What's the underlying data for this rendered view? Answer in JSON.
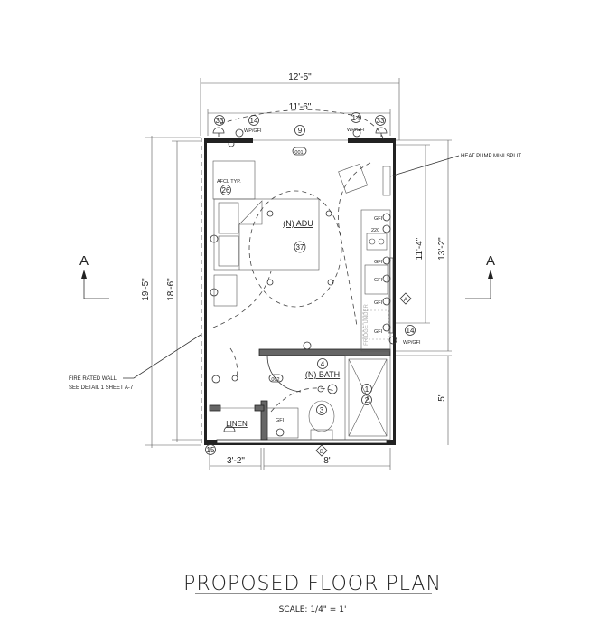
{
  "title": "PROPOSED FLOOR PLAN",
  "scale": "SCALE: 1/4\" = 1'",
  "dimensions": {
    "top_overall": "12'-5\"",
    "top_interior": "11'-6\"",
    "left_overall": "19'-5\"",
    "left_interior": "18'-6\"",
    "right_upper": "11'-4\"",
    "right_overall": "13'-2\"",
    "right_lower": "5'",
    "bottom_left": "3'-2\"",
    "bottom_right": "8'"
  },
  "rooms": {
    "main": "(N) ADU",
    "bath": "(N) BATH",
    "linen": "LINEN",
    "fridge": "FRIDGE UNDER"
  },
  "notes": {
    "heat_pump": "HEAT PUMP MINI SPLIT",
    "fire_wall_1": "FIRE RATED WALL",
    "fire_wall_2": "SEE DETAIL 1  SHEET A-7",
    "afcl": "AFCL TYP."
  },
  "section_marker": "A",
  "tags": {
    "t33": "33",
    "t14": "14",
    "t9": "9",
    "t26": "26",
    "t37": "37",
    "t4": "4",
    "t3": "3",
    "t1": "1",
    "t2": "2",
    "t15": "15",
    "tB": "B",
    "tA": "A",
    "door1": "001",
    "door2": "002"
  },
  "outlet_labels": {
    "wp_gfi": "WP/GFI",
    "gfi": "GFI",
    "v220": "220"
  }
}
